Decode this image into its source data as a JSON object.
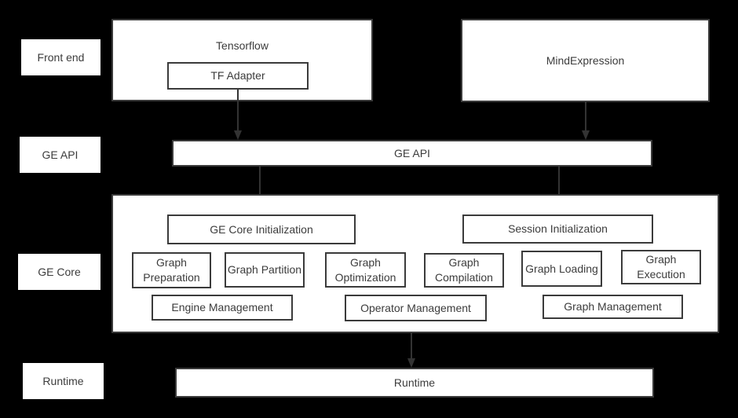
{
  "rail_labels": {
    "front_end": "Front end",
    "ge_api": "GE API",
    "ge_core": "GE Core",
    "runtime": "Runtime"
  },
  "front_end": {
    "tensorflow": "Tensorflow",
    "tf_adapter": "TF Adapter",
    "mindexpression": "MindExpression"
  },
  "ge_api_bar": {
    "label": "GE API"
  },
  "ge_core": {
    "ge_core_initialization": "GE Core Initialization",
    "session_initialization": "Session Initialization",
    "modules": [
      "Graph Preparation",
      "Graph Partition",
      "Graph Optimization",
      "Graph Compilation",
      "Graph Loading",
      "Graph Execution"
    ],
    "management": [
      "Engine Management",
      "Operator Management",
      "Graph Management"
    ]
  },
  "runtime_bar": {
    "label": "Runtime"
  },
  "colors": {
    "background": "#000000",
    "box_fill": "#ffffff",
    "border": "#3b3b3b",
    "text": "#3c3c3c",
    "arrow": "#333333"
  }
}
